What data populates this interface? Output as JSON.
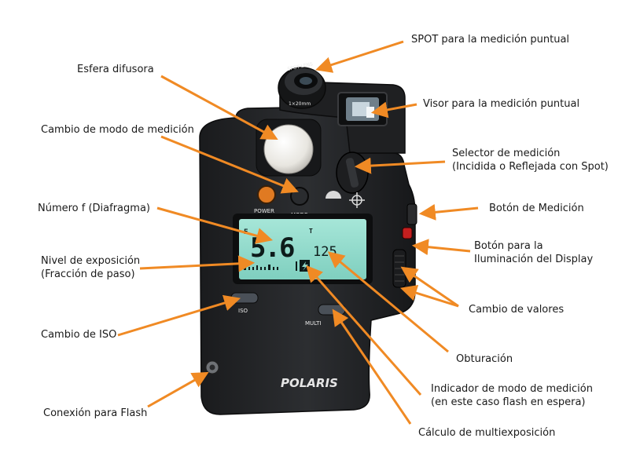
{
  "labels": {
    "spot": "SPOT para la medición puntual",
    "esfera": "Esfera difusora",
    "visor": "Visor para la medición puntual",
    "cambio_modo": "Cambio de modo de medición",
    "selector_l1": "Selector de medición",
    "selector_l2": "(Incidida o Reflejada con Spot)",
    "numero_f": "Número f (Diafragma)",
    "boton_medicion": "Botón de Medición",
    "boton_ilum_l1": "Botón para la",
    "boton_ilum_l2": "Iluminación del Display",
    "nivel_l1": "Nivel de exposición",
    "nivel_l2": "(Fracción de paso)",
    "cambio_valores": "Cambio de valores",
    "cambio_iso": "Cambio de ISO",
    "obturacion": "Obturación",
    "indicador_l1": "Indicador de modo de medición",
    "indicador_l2": "(en este caso flash en espera)",
    "conexion": "Conexión para Flash",
    "multiexp": "Cálculo de multiexposición"
  },
  "device": {
    "brand": "POLARIS",
    "power_label": "POWER",
    "mode_label": "MODE",
    "iso_label": "ISO",
    "multi_label": "MULTI",
    "spot_lens_label": "SPOT-LENS",
    "lens_ring_label": "1×20mm",
    "aperture": "5.6",
    "shutter": "125",
    "mode_indicator": "F",
    "t_indicator": "T"
  },
  "colors": {
    "arrow": "#f08a24",
    "body": "#222426",
    "lcd": "#8fd7c8"
  }
}
